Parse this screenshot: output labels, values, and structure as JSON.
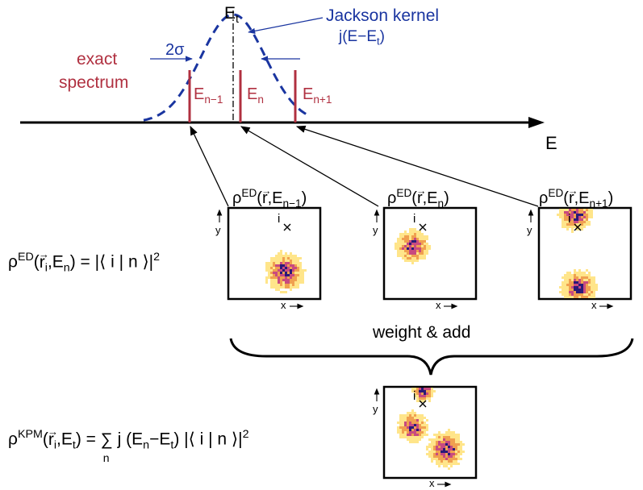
{
  "top": {
    "et_label": "E",
    "et_sub": "t",
    "kernel_line1": "Jackson kernel",
    "kernel_line2_pre": "j(E−E",
    "kernel_line2_sub": "t",
    "kernel_line2_post": ")",
    "sigma_label": "2σ",
    "exact_line1": "exact",
    "exact_line2": "spectrum",
    "energy_base": "E",
    "level_subs": [
      "n−1",
      "n",
      "n+1"
    ],
    "axis_label": "E"
  },
  "panels": {
    "rho": "ρ",
    "ed_sup": "ED",
    "r": "r",
    "comma_e": ",E",
    "panel_subs": [
      "n−1",
      "n",
      "n+1"
    ],
    "site_label": "i",
    "x_label": "x",
    "y_label": "y"
  },
  "formulas": {
    "ed_rho": "ρ",
    "ed_sup": "ED",
    "ed_args_a": "(",
    "ed_r": "r",
    "ed_r_sub": "i",
    "ed_comma": ",E",
    "ed_e_sub": "n",
    "ed_args_b": ") = ",
    "ed_rhs": "|⟨ i | n ⟩|",
    "ed_pow": "2",
    "kpm_rho": "ρ",
    "kpm_sup": "KPM",
    "kpm_args_a": "(",
    "kpm_r": "r",
    "kpm_r_sub": "i",
    "kpm_comma": ",E",
    "kpm_e_sub": "t",
    "kpm_args_b": ") = ",
    "kpm_sum": "∑",
    "kpm_sum_sub": "n",
    "kpm_rhs_a": "j (E",
    "kpm_rhs_sub1": "n",
    "kpm_rhs_b": "−E",
    "kpm_rhs_sub2": "t",
    "kpm_rhs_c": ") |⟨ i | n ⟩|",
    "kpm_pow": "2"
  },
  "weight_label": "weight & add",
  "colors": {
    "red": "#b03040",
    "blue": "#1a35a0",
    "heat_low": "#ffe58a",
    "heat_mid": "#f0a050",
    "heat_high": "#c84a80",
    "heat_peak": "#2a1a78"
  }
}
